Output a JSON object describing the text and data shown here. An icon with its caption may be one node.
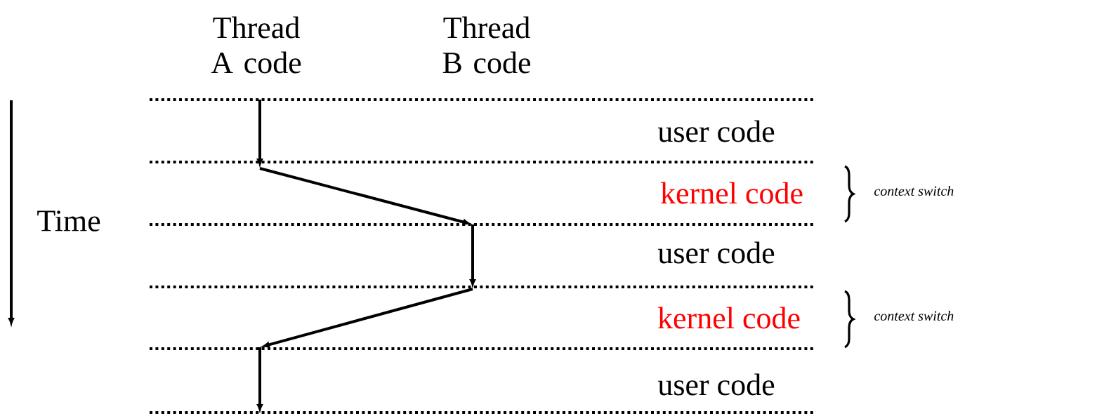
{
  "diagram": {
    "labels": [
      "Thread A code",
      "Thread B code",
      "user code",
      "kernel code",
      "context switch",
      "Time",
      "user code",
      "kernel code",
      "context switch",
      "user code"
    ]
  }
}
